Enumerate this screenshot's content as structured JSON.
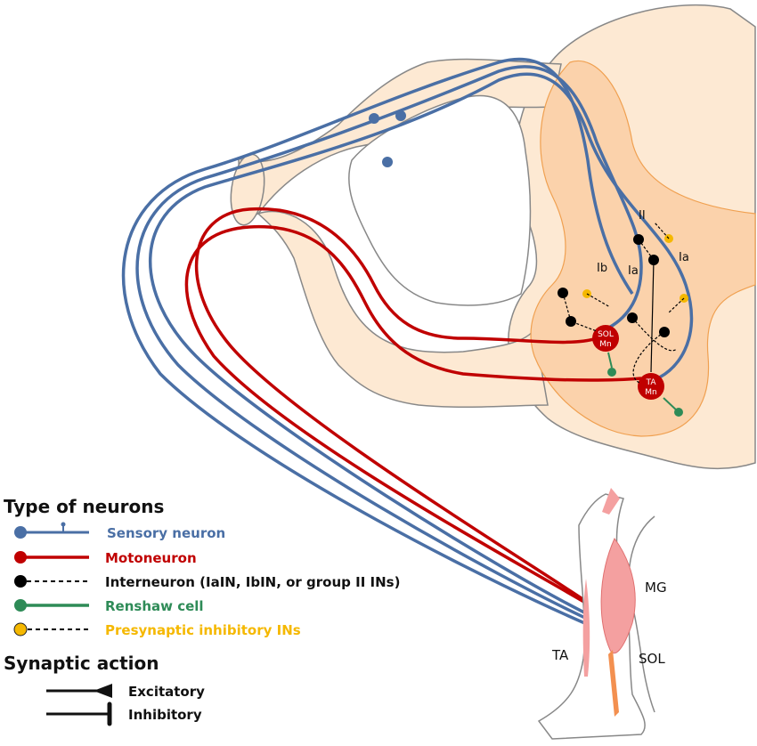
{
  "figure": {
    "labels": {
      "fiber_II": "II",
      "fiber_Ib": "Ib",
      "fiber_Ia_left": "Ia",
      "fiber_Ia_right": "Ia",
      "sol_mn_line1": "SOL",
      "sol_mn_line2": "Mn",
      "ta_mn_line1": "TA",
      "ta_mn_line2": "Mn",
      "muscle_mg": "MG",
      "muscle_sol": "SOL",
      "muscle_ta": "TA"
    },
    "colors": {
      "sensory": "#4a6fa5",
      "motor": "#c00000",
      "interneuron": "#000000",
      "renshaw": "#2e8b57",
      "presynaptic": "#f5b800",
      "white_matter": "#fde9d3",
      "gray_matter": "#fbd2ab",
      "outline": "#888888",
      "gray_outline": "#f0a050"
    }
  },
  "legend": {
    "neuron_types_title": "Type of neurons",
    "neuron_types": [
      {
        "label": "Sensory neuron",
        "color": "#4a6fa5",
        "style": "solid-with-branch"
      },
      {
        "label": "Motoneuron",
        "color": "#c00000",
        "style": "solid"
      },
      {
        "label": "Interneuron (IaIN, IbIN, or group II INs)",
        "color": "#000000",
        "style": "dashed"
      },
      {
        "label": "Renshaw cell",
        "color": "#2e8b57",
        "style": "solid"
      },
      {
        "label": "Presynaptic inhibitory INs",
        "color": "#f5b800",
        "style": "dashed"
      }
    ],
    "synaptic_title": "Synaptic action",
    "synaptic": [
      {
        "label": "Excitatory",
        "symbol": "triangle-terminal"
      },
      {
        "label": "Inhibitory",
        "symbol": "bar-terminal"
      }
    ]
  }
}
